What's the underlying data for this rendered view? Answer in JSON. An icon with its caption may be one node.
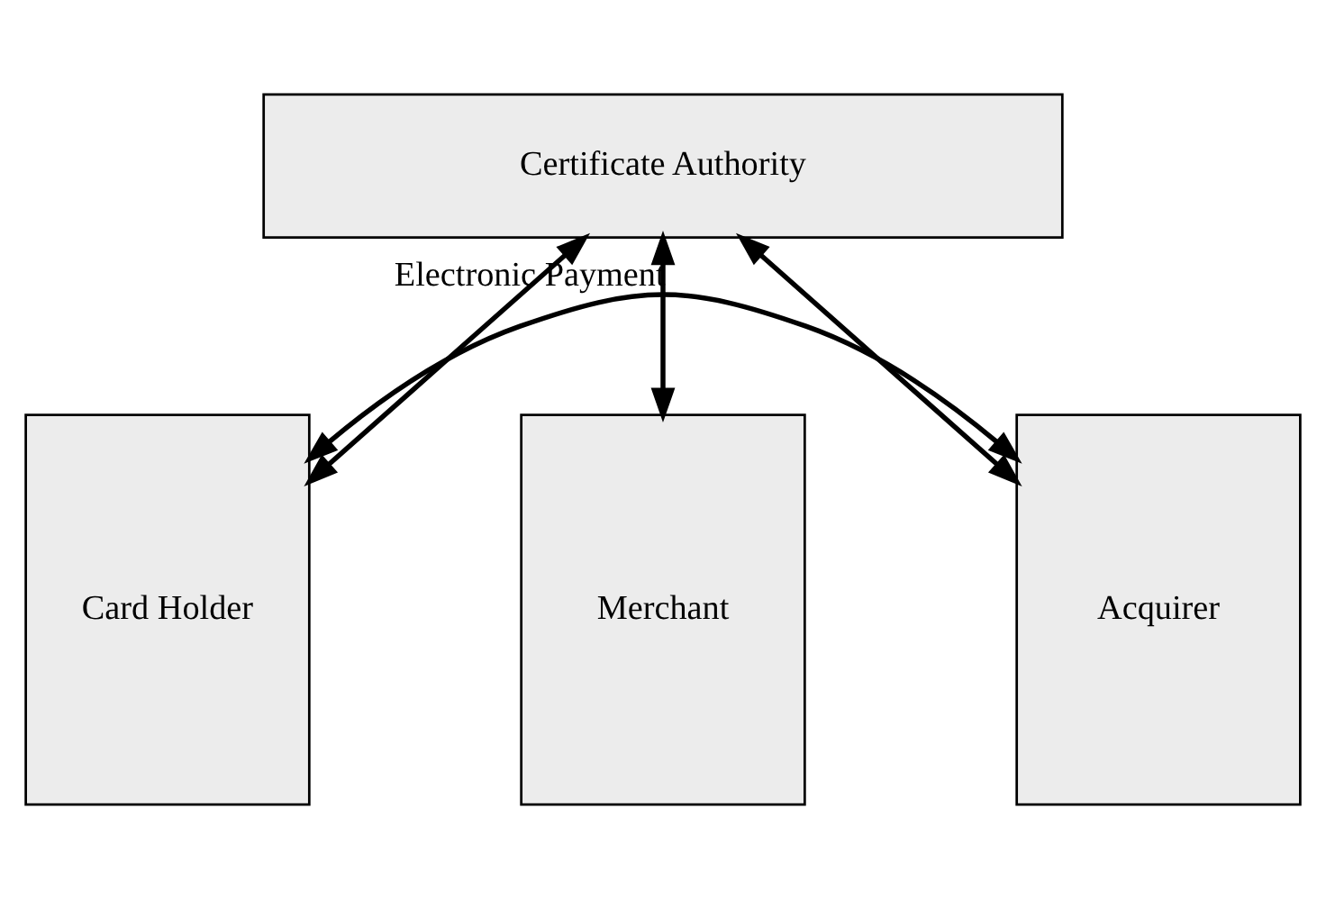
{
  "diagram": {
    "nodes": [
      {
        "text": [
          "Certificate Authority"
        ]
      },
      {
        "text": [
          "Card Holder"
        ]
      },
      {
        "text": [
          "Merchant"
        ]
      },
      {
        "text": [
          "Acquirer"
        ]
      }
    ],
    "edges": [
      {
        "from": 0,
        "to": 1,
        "arrow": "both"
      },
      {
        "from": 0,
        "to": 2,
        "arrow": "both"
      },
      {
        "from": 0,
        "to": 3,
        "arrow": "both"
      },
      {
        "from": 1,
        "to": 3,
        "arrow": "both",
        "label": "Electronic Payment"
      }
    ]
  }
}
